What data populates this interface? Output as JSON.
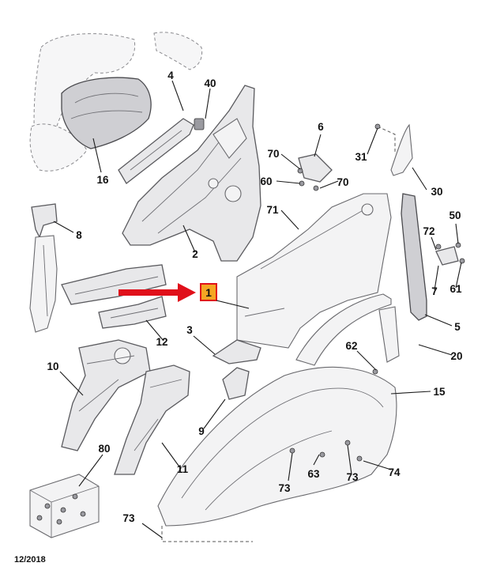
{
  "diagram": {
    "highlighted_part": "1",
    "date_code": "12/2018",
    "colors": {
      "highlight_fill": "#f5a623",
      "highlight_border": "#e0101a",
      "arrow": "#e0101a"
    },
    "callouts": [
      {
        "id": "4"
      },
      {
        "id": "40"
      },
      {
        "id": "16"
      },
      {
        "id": "6"
      },
      {
        "id": "31"
      },
      {
        "id": "70"
      },
      {
        "id": "60"
      },
      {
        "id": "70"
      },
      {
        "id": "30"
      },
      {
        "id": "8"
      },
      {
        "id": "71"
      },
      {
        "id": "50"
      },
      {
        "id": "2"
      },
      {
        "id": "72"
      },
      {
        "id": "7"
      },
      {
        "id": "61"
      },
      {
        "id": "5"
      },
      {
        "id": "12"
      },
      {
        "id": "3"
      },
      {
        "id": "62"
      },
      {
        "id": "20"
      },
      {
        "id": "10"
      },
      {
        "id": "15"
      },
      {
        "id": "9"
      },
      {
        "id": "80"
      },
      {
        "id": "11"
      },
      {
        "id": "63"
      },
      {
        "id": "74"
      },
      {
        "id": "73"
      },
      {
        "id": "73"
      },
      {
        "id": "73"
      }
    ]
  }
}
